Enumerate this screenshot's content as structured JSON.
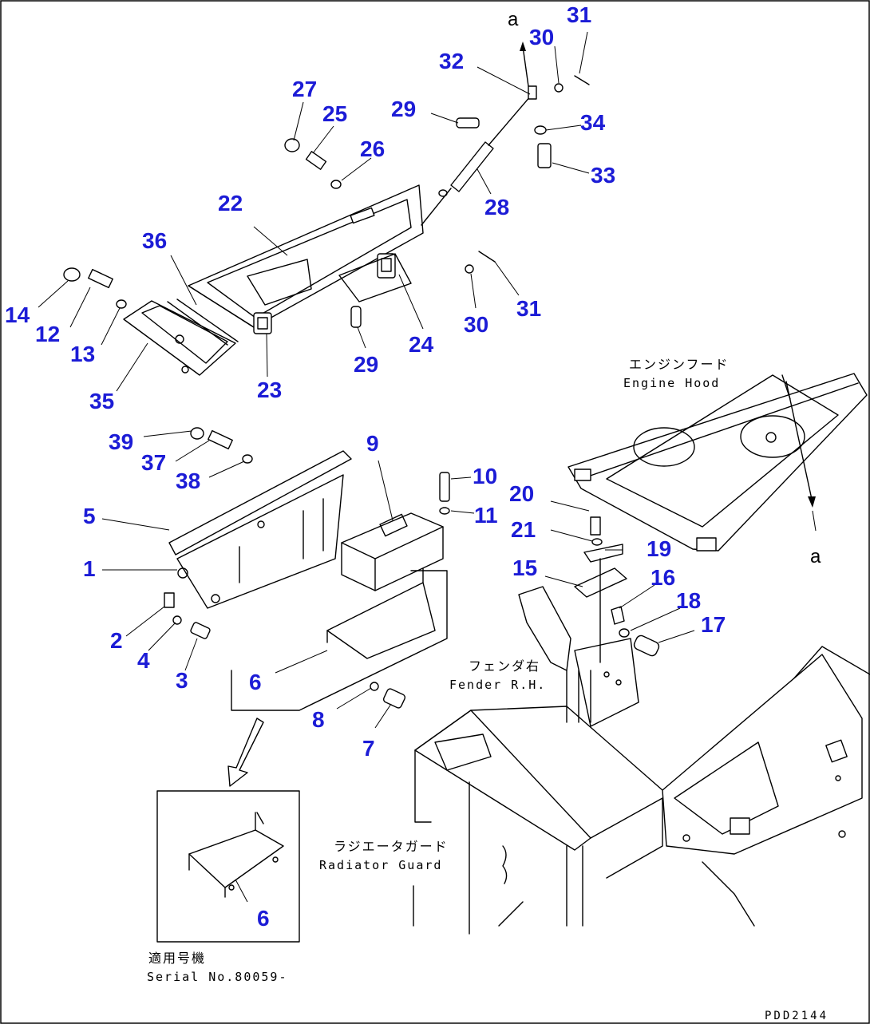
{
  "callouts": {
    "n1": "1",
    "n2": "2",
    "n3": "3",
    "n4": "4",
    "n5": "5",
    "n6": "6",
    "n6b": "6",
    "n7": "7",
    "n8": "8",
    "n9": "9",
    "n10": "10",
    "n11": "11",
    "n12": "12",
    "n13": "13",
    "n14": "14",
    "n15": "15",
    "n16": "16",
    "n17": "17",
    "n18": "18",
    "n19": "19",
    "n20": "20",
    "n21": "21",
    "n22": "22",
    "n23": "23",
    "n24": "24",
    "n25": "25",
    "n26": "26",
    "n27": "27",
    "n28": "28",
    "n29a": "29",
    "n29b": "29",
    "n30a": "30",
    "n30b": "30",
    "n31a": "31",
    "n31b": "31",
    "n32": "32",
    "n33": "33",
    "n34": "34",
    "n35": "35",
    "n36": "36",
    "n37": "37",
    "n38": "38",
    "n39": "39"
  },
  "references": {
    "a_top": "a",
    "a_right": "a"
  },
  "labels": {
    "engine_hood_jp": "エンジンフード",
    "engine_hood_en": "Engine Hood",
    "fender_jp": "フェンダ右",
    "fender_en": "Fender R.H.",
    "radiator_guard_jp": "ラジエータガード",
    "radiator_guard_en": "Radiator Guard",
    "serial_jp": "適用号機",
    "serial_en": "Serial No.80059-"
  },
  "drawing_code": "PDD2144",
  "colors": {
    "callout": "#1c1cd6",
    "line": "#000000",
    "background": "#ffffff"
  }
}
